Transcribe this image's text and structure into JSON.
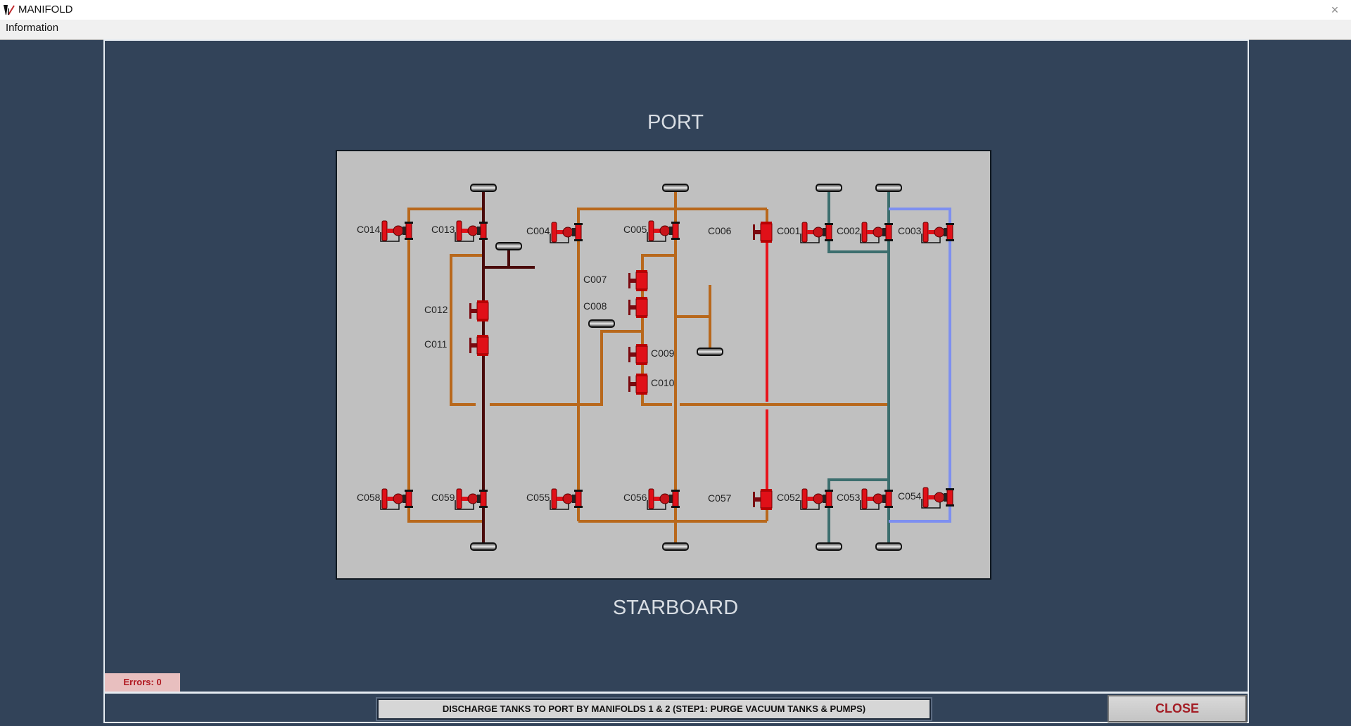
{
  "window": {
    "title": "MANIFOLD",
    "close_glyph": "×"
  },
  "menu": {
    "items": [
      {
        "label": "Information"
      }
    ]
  },
  "diagram": {
    "top_label": "PORT",
    "bottom_label": "STARBOARD",
    "pipe_colors": {
      "orange": "#b8681c",
      "dark": "#4a0a0a",
      "red": "#e8141c",
      "teal": "#3c6e6e",
      "blue": "#7d8ff0"
    },
    "valves": [
      {
        "id": "C014",
        "kind": "actuated"
      },
      {
        "id": "C013",
        "kind": "actuated"
      },
      {
        "id": "C004",
        "kind": "actuated"
      },
      {
        "id": "C005",
        "kind": "actuated"
      },
      {
        "id": "C006",
        "kind": "gate"
      },
      {
        "id": "C001",
        "kind": "actuated"
      },
      {
        "id": "C002",
        "kind": "actuated"
      },
      {
        "id": "C003",
        "kind": "actuated"
      },
      {
        "id": "C012",
        "kind": "gate"
      },
      {
        "id": "C011",
        "kind": "gate"
      },
      {
        "id": "C007",
        "kind": "gate"
      },
      {
        "id": "C008",
        "kind": "gate"
      },
      {
        "id": "C009",
        "kind": "gate"
      },
      {
        "id": "C010",
        "kind": "gate"
      },
      {
        "id": "C058",
        "kind": "actuated"
      },
      {
        "id": "C059",
        "kind": "actuated"
      },
      {
        "id": "C055",
        "kind": "actuated"
      },
      {
        "id": "C056",
        "kind": "actuated"
      },
      {
        "id": "C057",
        "kind": "gate"
      },
      {
        "id": "C052",
        "kind": "actuated"
      },
      {
        "id": "C053",
        "kind": "actuated"
      },
      {
        "id": "C054",
        "kind": "actuated"
      }
    ]
  },
  "status": {
    "errors_label": "Errors: 0"
  },
  "instruction": "DISCHARGE TANKS TO PORT BY MANIFOLDS 1 & 2  (STEP1: PURGE VACUUM TANKS & PUMPS)",
  "buttons": {
    "close": "CLOSE"
  }
}
